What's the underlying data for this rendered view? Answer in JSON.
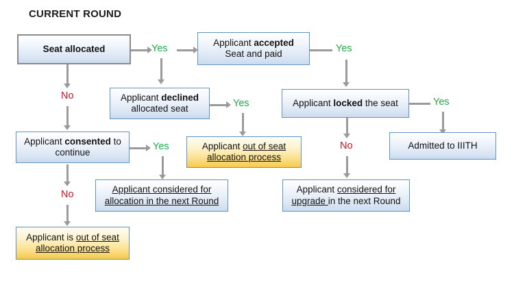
{
  "diagram": {
    "title": "CURRENT ROUND",
    "colors": {
      "yes_label": "#1faa4b",
      "no_label": "#cc1122",
      "connector": "#9a9a9a",
      "box_border_blue": "#5f93c4",
      "box_border_grey": "#8a8a8a",
      "box_fill_blue_top": "#ffffff",
      "box_fill_blue_bottom": "#c9dbef",
      "box_fill_gold_top": "#fffdf3",
      "box_fill_gold_bottom": "#f7c948",
      "text": "#111111"
    },
    "nodes": [
      {
        "id": "seat-allocated",
        "line1": "Seat allocated",
        "line2": ""
      },
      {
        "id": "applicant-accepted",
        "line1": "Applicant accepted",
        "line2": "Seat and paid"
      },
      {
        "id": "applicant-declined",
        "line1": "Applicant declined",
        "line2": "allocated seat"
      },
      {
        "id": "applicant-locked-seat",
        "line1": "Applicant locked the seat",
        "line2": ""
      },
      {
        "id": "applicant-consented",
        "line1": "Applicant consented to",
        "line2": "continue"
      },
      {
        "id": "applicant-out-of-seat",
        "line1": "Applicant out of seat",
        "line2": "allocation process"
      },
      {
        "id": "admitted-to-iiith",
        "line1": "Admitted to IIITH",
        "line2": ""
      },
      {
        "id": "considered-allocation",
        "line1": "Applicant considered for",
        "line2": "allocation in the next Round"
      },
      {
        "id": "considered-upgrade",
        "line1": "Applicant considered for",
        "line2": "upgrade in the next Round"
      },
      {
        "id": "applicant-is-out-of-seat",
        "line1": "Applicant is out of seat",
        "line2": "allocation process"
      }
    ],
    "edge_labels": {
      "yes_seat_to_accepted": "Yes",
      "yes_accepted_to_locked": "Yes",
      "yes_declined_to_out": "Yes",
      "yes_locked_to_admitted": "Yes",
      "yes_consented_to_allocation": "Yes",
      "no_seat_to_consented": "No",
      "no_locked_to_upgrade": "No",
      "no_consented_to_out": "No"
    }
  }
}
